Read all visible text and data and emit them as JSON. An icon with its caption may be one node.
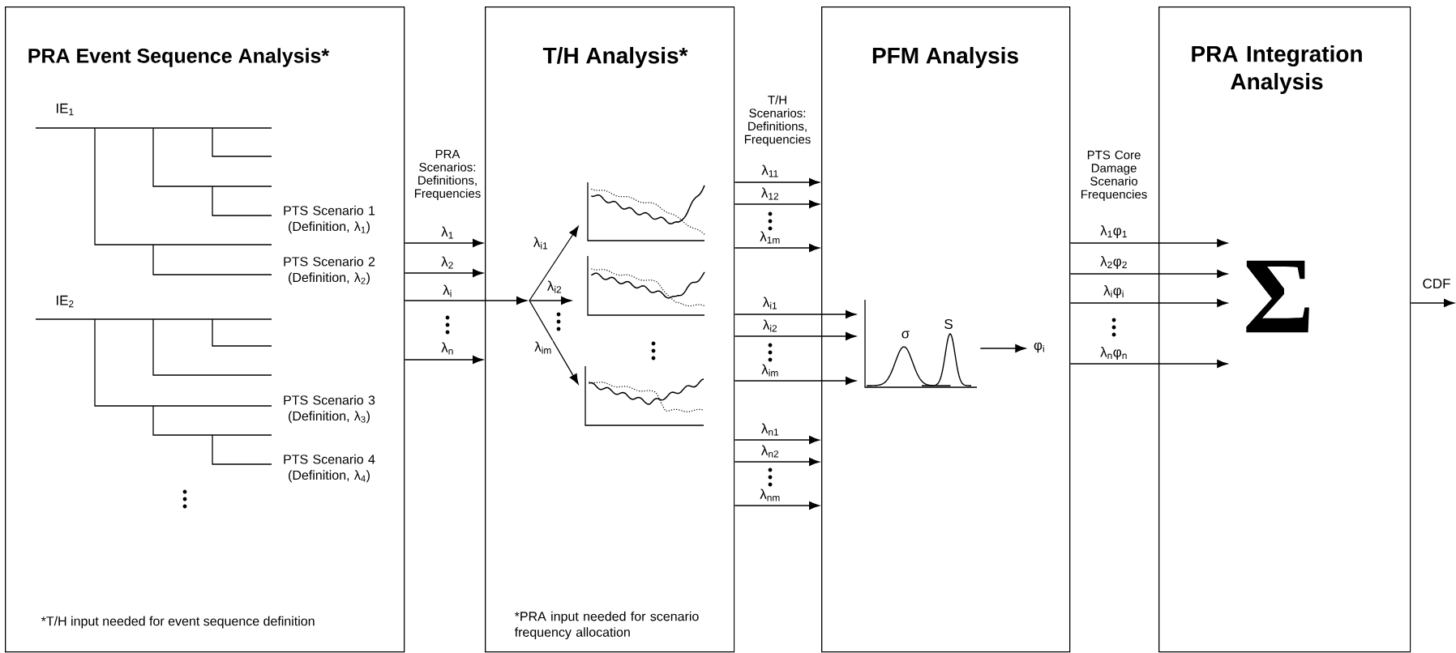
{
  "diagram": {
    "nodes": [
      {
        "text": [
          "PRA Event Sequence Analysis*",
          "*T/H input needed for event sequence definition"
        ]
      },
      {
        "text": [
          "T/H Analysis*",
          "*PRA input needed for scenario frequency allocation"
        ]
      },
      {
        "text": [
          "PFM Analysis"
        ]
      },
      {
        "text": [
          "PRA Integration Analysis"
        ]
      },
      {
        "text": [],
        "shape": "picture",
        "in": 1
      },
      {
        "text": [],
        "shape": "picture",
        "in": 1
      },
      {
        "text": [],
        "shape": "picture",
        "in": 1
      },
      {
        "text": [
          "σ",
          "S"
        ],
        "in": 2
      },
      {
        "text": [
          "φ$_{i}$"
        ],
        "in": 2
      },
      {
        "text": [
          "Σ"
        ],
        "in": 3
      }
    ],
    "edges": [
      {
        "from": 0,
        "to": 1,
        "arrow": "to",
        "label": "λ$_{1}$"
      },
      {
        "from": 0,
        "to": 1,
        "arrow": "to",
        "label": "λ$_{2}$"
      },
      {
        "from": 0,
        "to": null,
        "arrow": "to",
        "label": "λ$_{i}$"
      },
      {
        "from": 0,
        "to": 1,
        "arrow": "to",
        "label": "λ$_{n}$"
      },
      {
        "from": null,
        "to": 4,
        "arrow": "to",
        "label": "λ$_{i1}$"
      },
      {
        "from": null,
        "to": 5,
        "arrow": "to",
        "label": "λ$_{i2}$"
      },
      {
        "from": null,
        "to": 6,
        "arrow": "to",
        "label": "λ$_{im}$"
      },
      {
        "from": 1,
        "to": 2,
        "arrow": "to",
        "label": "λ$_{11}$"
      },
      {
        "from": 1,
        "to": 2,
        "arrow": "to",
        "label": "λ$_{12}$"
      },
      {
        "from": 1,
        "to": 2,
        "arrow": "to",
        "label": "λ$_{1m}$"
      },
      {
        "from": 1,
        "to": 7,
        "arrow": "to",
        "label": "λ$_{i1}$"
      },
      {
        "from": 1,
        "to": 7,
        "arrow": "to",
        "label": "λ$_{i2}$"
      },
      {
        "from": 1,
        "to": 7,
        "arrow": "to",
        "label": "λ$_{im}$"
      },
      {
        "from": 1,
        "to": 2,
        "arrow": "to",
        "label": "λ$_{n1}$"
      },
      {
        "from": 1,
        "to": 2,
        "arrow": "to",
        "label": "λ$_{n2}$"
      },
      {
        "from": 1,
        "to": 2,
        "arrow": "to",
        "label": "λ$_{nm}$"
      },
      {
        "from": 7,
        "to": 8,
        "arrow": "to"
      },
      {
        "from": 2,
        "to": 9,
        "arrow": "to",
        "label": "λ$_{1}$φ$_{1}$"
      },
      {
        "from": 2,
        "to": 9,
        "arrow": "to",
        "label": "λ$_{2}$φ$_{2}$"
      },
      {
        "from": 2,
        "to": 9,
        "arrow": "to",
        "label": "λ$_{i}$φ$_{i}$"
      },
      {
        "from": 2,
        "to": 9,
        "arrow": "to",
        "label": "λ$_{n}$φ$_{n}$"
      },
      {
        "from": 3,
        "to": null,
        "arrow": "to",
        "label": "CDF"
      }
    ],
    "labels": [
      "IE$_{1}$",
      "PTS Scenario 1 (Definition, λ$_{1}$)",
      "PTS Scenario 2 (Definition, λ$_{2}$)",
      "IE$_{2}$",
      "PTS Scenario 3 (Definition, λ$_{3}$)",
      "PTS Scenario 4 (Definition, λ$_{4}$)",
      "PRA Scenarios: Definitions, Frequencies",
      "T/H Scenarios: Definitions, Frequencies",
      "PTS Core Damage Scenario Frequencies"
    ]
  }
}
